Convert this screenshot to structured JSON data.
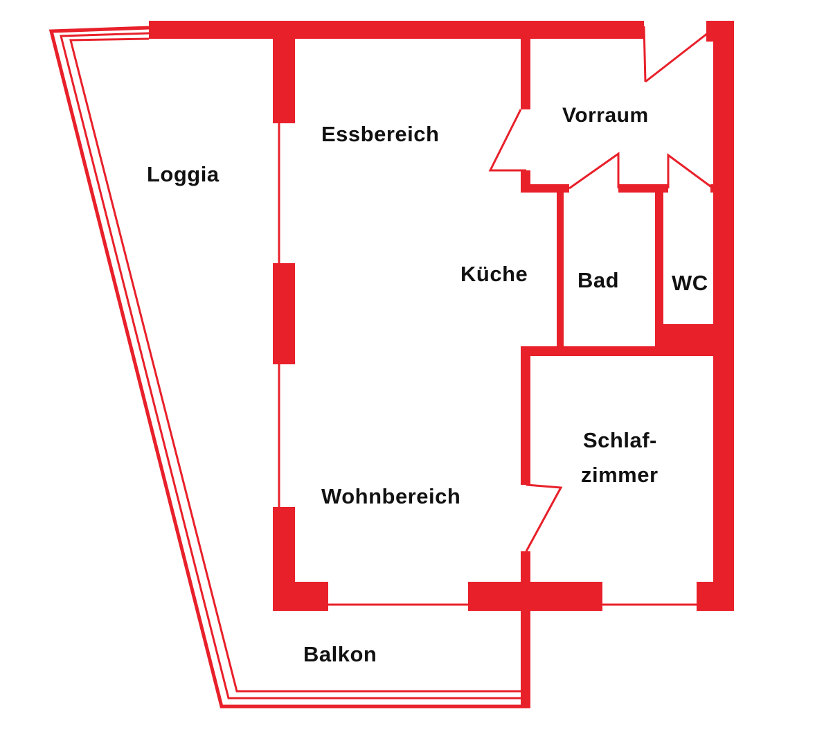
{
  "plan": {
    "wall_color": "#e8202a",
    "background": "#ffffff",
    "text_color": "#111111"
  },
  "rooms": {
    "loggia": "Loggia",
    "essbereich": "Essbereich",
    "vorraum": "Vorraum",
    "kueche": "Küche",
    "bad": "Bad",
    "wc": "WC",
    "schlafzimmer_line1": "Schlaf-",
    "schlafzimmer_line2": "zimmer",
    "wohnbereich": "Wohnbereich",
    "balkon": "Balkon"
  }
}
